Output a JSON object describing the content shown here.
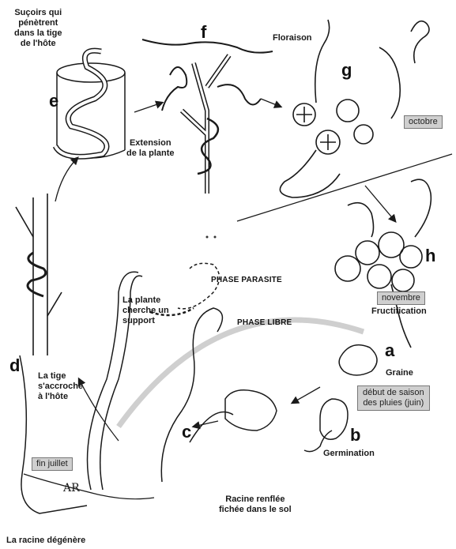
{
  "labels": {
    "sucoirs": [
      "Suçoirs qui",
      "pénètrent",
      "dans la tige",
      "de l'hôte"
    ],
    "floraison": "Floraison",
    "extension": [
      "Extension",
      "de la plante"
    ],
    "cherche": [
      "La plante",
      "cherche un",
      "support"
    ],
    "accroche": [
      "La tige",
      "s'accroche",
      "à l'hôte"
    ],
    "fructification": "Fructification",
    "graine": "Graine",
    "germination": "Germination",
    "racine_renflee": [
      "Racine renflée",
      "fichée dans le sol"
    ],
    "racine_degenere": "La racine dégénère"
  },
  "letters": {
    "a": "a",
    "b": "b",
    "c": "c",
    "d": "d",
    "e": "e",
    "f": "f",
    "g": "g",
    "h": "h"
  },
  "boxes": {
    "octobre": "octobre",
    "novembre": "novembre",
    "debut_saison": [
      "début de saison",
      "des pluies (juin)"
    ],
    "fin_juillet": "fin juillet"
  },
  "phases": {
    "parasite": "PHASE PARASITE",
    "libre": "PHASE LIBRE"
  },
  "signature": "AR",
  "colors": {
    "ink": "#1a1a1a",
    "box_fill": "#cfcfcf",
    "arc_gray": "#c8c8c8"
  }
}
